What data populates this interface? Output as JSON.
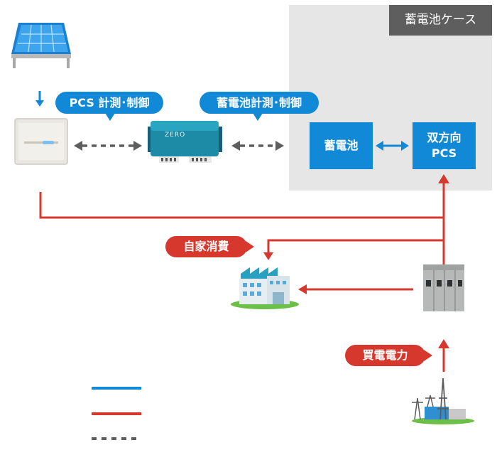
{
  "case": {
    "label": "蓄電池ケース"
  },
  "battery": {
    "label": "蓄電池"
  },
  "pcs": {
    "line1": "双方向",
    "line2": "PCS"
  },
  "labels": {
    "pcs_measure": "PCS 計測･制御",
    "battery_measure": "蓄電池計測･制御",
    "self_consumption": "自家消費",
    "purchased_power": "買電電力"
  },
  "device": {
    "brand": "ZERO"
  },
  "colors": {
    "blue": "#1289d6",
    "red": "#d7382d",
    "gray": "#5e5e5e",
    "case_bg": "#e6e6e6"
  }
}
